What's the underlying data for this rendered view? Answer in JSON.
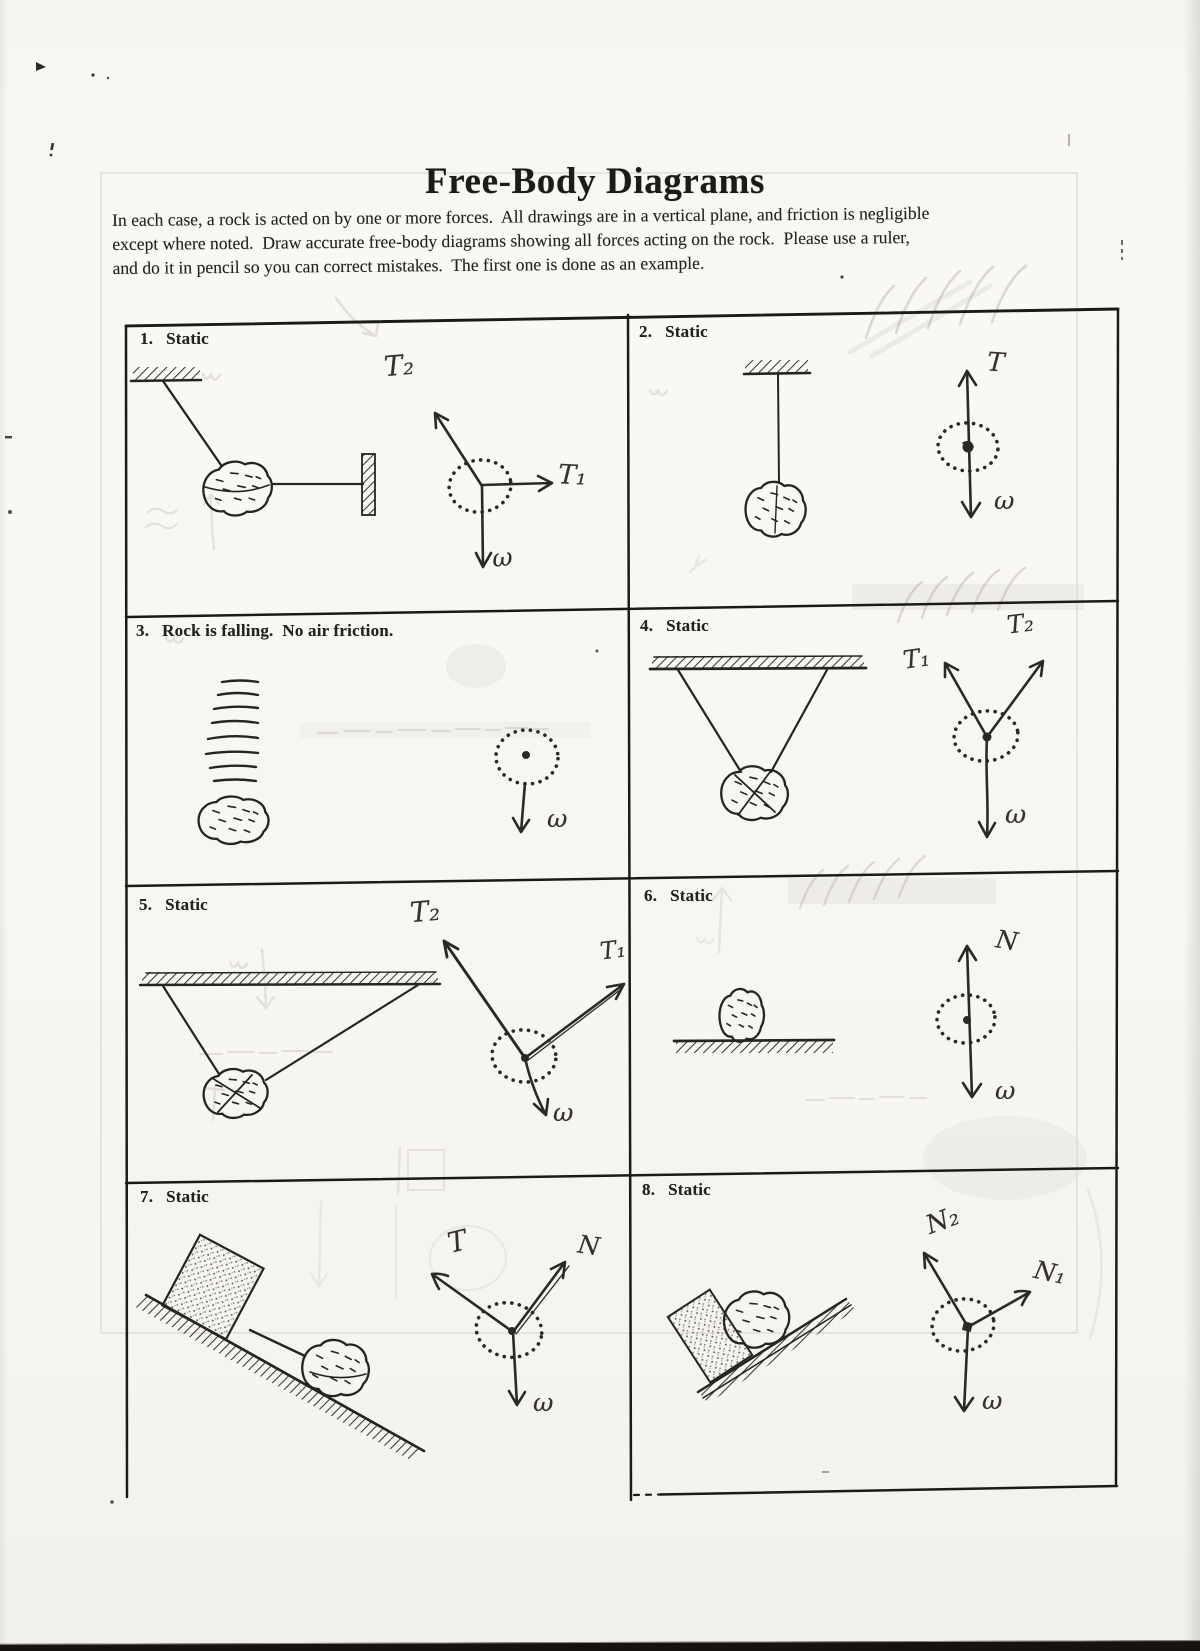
{
  "document": {
    "title": "Free-Body Diagrams",
    "instructions": {
      "line1": "In each case, a rock is acted on by one or more forces.  All drawings are in a vertical plane, and friction is negligible",
      "line2": "except where noted.  Draw accurate free-body diagrams showing all forces acting on the rock.  Please use a ruler,",
      "line3": "and do it in pencil so you can correct mistakes.  The first one is done as an example."
    }
  },
  "cells": [
    {
      "number": "1.",
      "caption": "Static",
      "forces": {
        "t2": "T₂",
        "t1": "T₁",
        "w": "ω"
      }
    },
    {
      "number": "2.",
      "caption": "Static",
      "forces": {
        "t": "T",
        "w": "ω"
      }
    },
    {
      "number": "3.",
      "caption": "Rock is falling.  No air friction.",
      "forces": {
        "w": "ω"
      }
    },
    {
      "number": "4.",
      "caption": "Static",
      "forces": {
        "t1": "T₁",
        "t2": "T₂",
        "w": "ω"
      }
    },
    {
      "number": "5.",
      "caption": "Static",
      "forces": {
        "t2": "T₂",
        "t1": "T₁",
        "w": "ω"
      }
    },
    {
      "number": "6.",
      "caption": "Static",
      "forces": {
        "n": "N",
        "w": "ω"
      }
    },
    {
      "number": "7.",
      "caption": "Static",
      "forces": {
        "t": "T",
        "n": "N",
        "w": "ω"
      }
    },
    {
      "number": "8.",
      "caption": "Static",
      "forces": {
        "n2": "N₂",
        "n1": "N₁",
        "w": "ω"
      }
    }
  ]
}
